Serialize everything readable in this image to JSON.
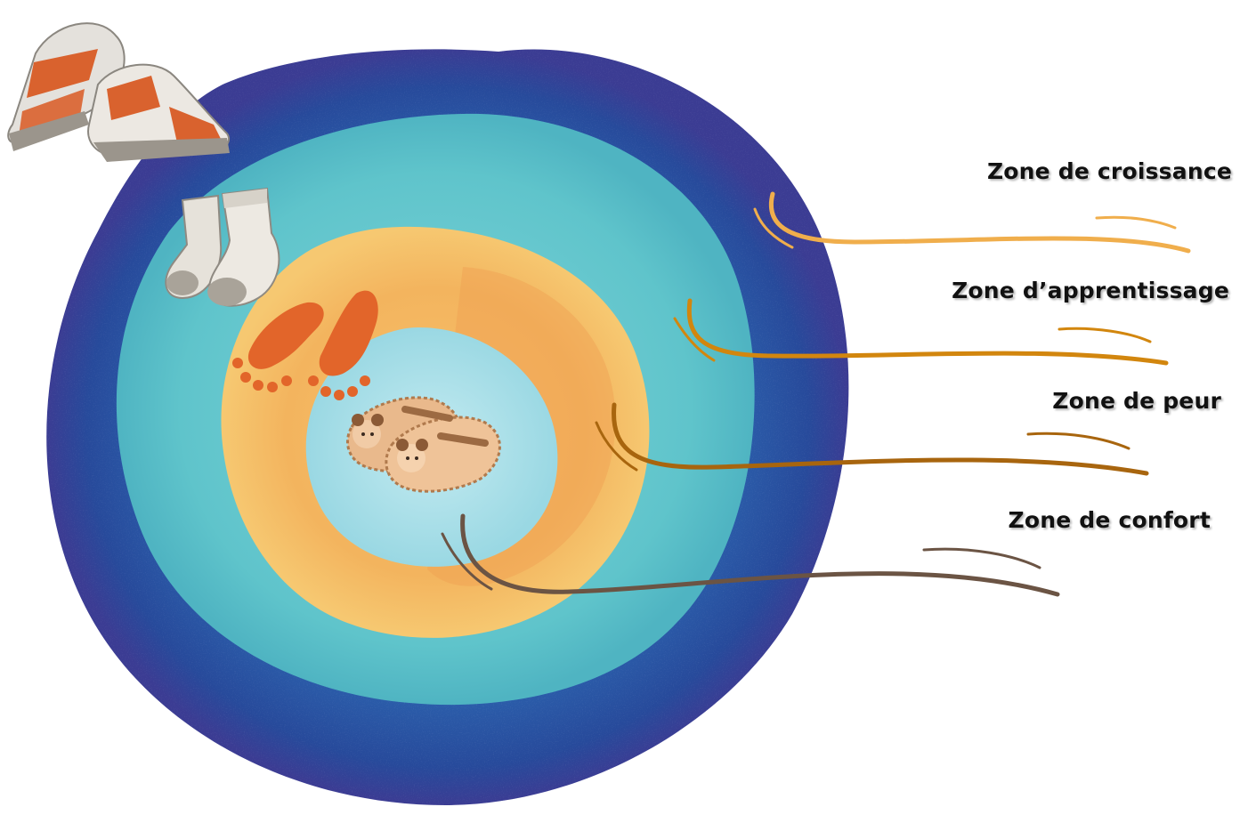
{
  "diagram": {
    "zones": [
      {
        "id": "growth",
        "label": "Zone de croissance",
        "color": "#2E5FA8",
        "icon": "sneakers-icon",
        "arrow_color": "#F0AE4C"
      },
      {
        "id": "learning",
        "label": "Zone d’apprentissage",
        "color": "#5FC4CB",
        "icon": "socks-icon",
        "arrow_color": "#D2860E"
      },
      {
        "id": "fear",
        "label": "Zone de peur",
        "color": "#F2B25A",
        "icon": "footprints-icon",
        "arrow_color": "#A8650E"
      },
      {
        "id": "comfort",
        "label": "Zone de confort",
        "color": "#A8DDE6",
        "icon": "bear-slippers-icon",
        "arrow_color": "#6B5444"
      }
    ]
  }
}
